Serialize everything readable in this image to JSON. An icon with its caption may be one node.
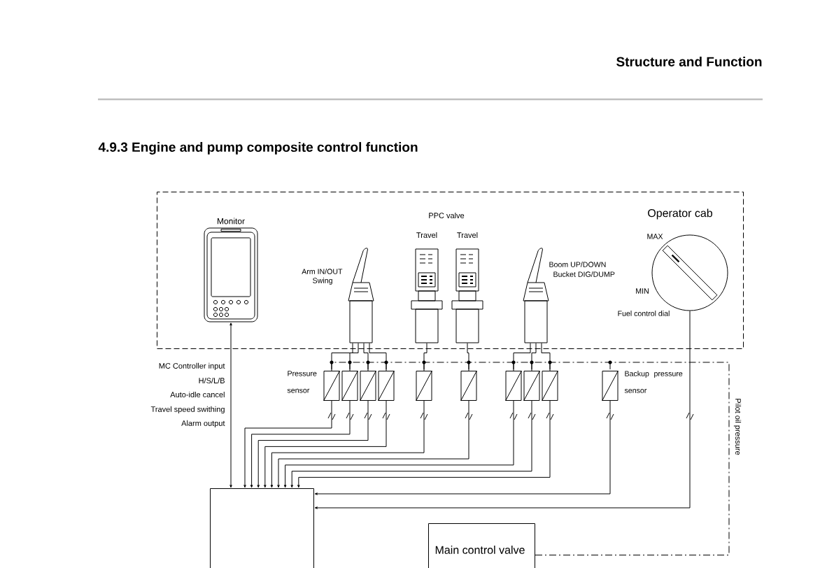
{
  "diagram": {
    "title": "4.9.3 Engine and pump composite control function",
    "nodes": [
      {
        "text": [
          "Operator cab"
        ]
      },
      {
        "text": [
          "Monitor"
        ],
        "in": 0
      },
      {
        "text": [],
        "shape": "picture",
        "in": 0,
        "beside": [
          "Arm IN/OUT",
          "Swing"
        ]
      },
      {
        "text": [
          "Travel"
        ],
        "in": 0
      },
      {
        "text": [
          "Travel"
        ],
        "in": 0
      },
      {
        "text": [],
        "shape": "picture",
        "in": 0,
        "beside": [
          "Boom UP/DOWN",
          "Bucket DIG/DUMP"
        ]
      },
      {
        "text": [],
        "shape": "circle",
        "in": 0,
        "beside": [
          "MAX",
          "MIN",
          "Fuel control dial"
        ]
      },
      {
        "text": [],
        "shape": "box",
        "beside": [
          "Pressure sensor"
        ]
      },
      {
        "text": [],
        "shape": "box"
      },
      {
        "text": [],
        "shape": "box"
      },
      {
        "text": [],
        "shape": "box"
      },
      {
        "text": [],
        "shape": "box"
      },
      {
        "text": [],
        "shape": "box"
      },
      {
        "text": [],
        "shape": "box"
      },
      {
        "text": [],
        "shape": "box"
      },
      {
        "text": [],
        "shape": "box"
      },
      {
        "text": [],
        "shape": "box",
        "beside": [
          "Backup pressure sensor"
        ]
      },
      {
        "text": [],
        "shape": "box"
      },
      {
        "text": [
          "Main control valve"
        ]
      }
    ],
    "edges": [
      {
        "from": 17,
        "to": 1,
        "arrow": "both"
      },
      {
        "from": 2,
        "to": 7,
        "arrow": "none"
      },
      {
        "from": 2,
        "to": 8,
        "arrow": "none"
      },
      {
        "from": 2,
        "to": 9,
        "arrow": "none"
      },
      {
        "from": 2,
        "to": 10,
        "arrow": "none"
      },
      {
        "from": 3,
        "to": 11,
        "arrow": "none"
      },
      {
        "from": 4,
        "to": 12,
        "arrow": "none"
      },
      {
        "from": 5,
        "to": 13,
        "arrow": "none"
      },
      {
        "from": 5,
        "to": 14,
        "arrow": "none"
      },
      {
        "from": 5,
        "to": 15,
        "arrow": "none"
      },
      {
        "from": 18,
        "to": 7,
        "arrow": "none",
        "style": "dashed"
      },
      {
        "from": 18,
        "to": 8,
        "arrow": "none",
        "style": "dashed"
      },
      {
        "from": 18,
        "to": 9,
        "arrow": "none",
        "style": "dashed"
      },
      {
        "from": 18,
        "to": 10,
        "arrow": "none",
        "style": "dashed"
      },
      {
        "from": 18,
        "to": 11,
        "arrow": "none",
        "style": "dashed"
      },
      {
        "from": 18,
        "to": 12,
        "arrow": "none",
        "style": "dashed"
      },
      {
        "from": 18,
        "to": 13,
        "arrow": "none",
        "style": "dashed"
      },
      {
        "from": 18,
        "to": 14,
        "arrow": "none",
        "style": "dashed"
      },
      {
        "from": 18,
        "to": 15,
        "arrow": "none",
        "style": "dashed"
      },
      {
        "from": 18,
        "to": 16,
        "arrow": "none",
        "style": "dashed"
      },
      {
        "from": 7,
        "to": 17,
        "arrow": "to"
      },
      {
        "from": 8,
        "to": 17,
        "arrow": "to"
      },
      {
        "from": 9,
        "to": 17,
        "arrow": "to"
      },
      {
        "from": 10,
        "to": 17,
        "arrow": "to"
      },
      {
        "from": 11,
        "to": 17,
        "arrow": "to"
      },
      {
        "from": 12,
        "to": 17,
        "arrow": "to"
      },
      {
        "from": 13,
        "to": 17,
        "arrow": "to"
      },
      {
        "from": 14,
        "to": 17,
        "arrow": "to"
      },
      {
        "from": 15,
        "to": 17,
        "arrow": "to"
      },
      {
        "from": 16,
        "to": 17,
        "arrow": "to"
      },
      {
        "from": 6,
        "to": 17,
        "arrow": "to"
      }
    ],
    "labels": [
      "Structure and Function",
      "PPC valve",
      "MC Controller input",
      "H/S/L/B",
      "Auto-idle cancel",
      "Travel speed swithing",
      "Alarm output",
      "Pilot oil pressure"
    ]
  }
}
